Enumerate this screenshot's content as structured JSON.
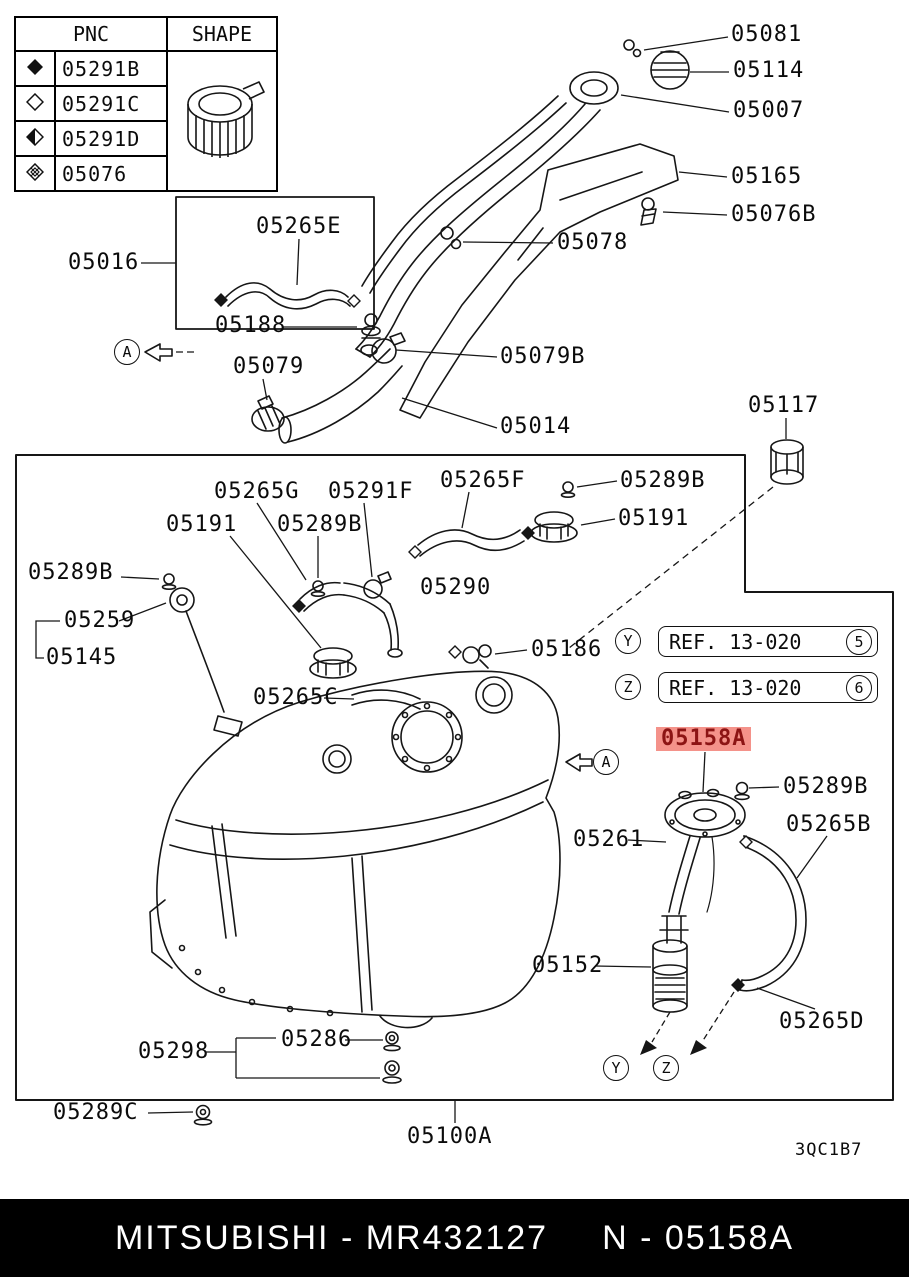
{
  "table": {
    "header_pnc": "PNC",
    "header_shape": "SHAPE",
    "rows": [
      {
        "pnc": "05291B",
        "symbol": "diamond-solid"
      },
      {
        "pnc": "05291C",
        "symbol": "diamond-outline"
      },
      {
        "pnc": "05291D",
        "symbol": "diamond-half"
      },
      {
        "pnc": "05076",
        "symbol": "diamond-hatched"
      }
    ]
  },
  "parts": {
    "p05081": "05081",
    "p05114": "05114",
    "p05007": "05007",
    "p05165": "05165",
    "p05076b": "05076B",
    "p05078": "05078",
    "p05265e": "05265E",
    "p05016": "05016",
    "p05188": "05188",
    "p05079": "05079",
    "p05079b": "05079B",
    "p05014": "05014",
    "p05117": "05117",
    "p05265g": "05265G",
    "p05291f": "05291F",
    "p05265f": "05265F",
    "p05289b": "05289B",
    "p05191": "05191",
    "p05290": "05290",
    "p05259": "05259",
    "p05145": "05145",
    "p05186": "05186",
    "p05265c": "05265C",
    "p05158a": "05158A",
    "p05261": "05261",
    "p05265b": "05265B",
    "p05152": "05152",
    "p05265d": "05265D",
    "p05286": "05286",
    "p05298": "05298",
    "p05289c": "05289C",
    "p05100a": "05100A"
  },
  "refs": {
    "ref_y": {
      "marker": "Y",
      "text": "REF. 13-020",
      "num": "5"
    },
    "ref_z": {
      "marker": "Z",
      "text": "REF. 13-020",
      "num": "6"
    }
  },
  "markers": {
    "a": "A",
    "y": "Y",
    "z": "Z"
  },
  "diagram_code": "3QC1B7",
  "footer": {
    "left": "MITSUBISHI - MR432127",
    "right": "N - 05158A"
  },
  "highlight": {
    "bg": "#f4928a",
    "fg": "#8c1414"
  }
}
